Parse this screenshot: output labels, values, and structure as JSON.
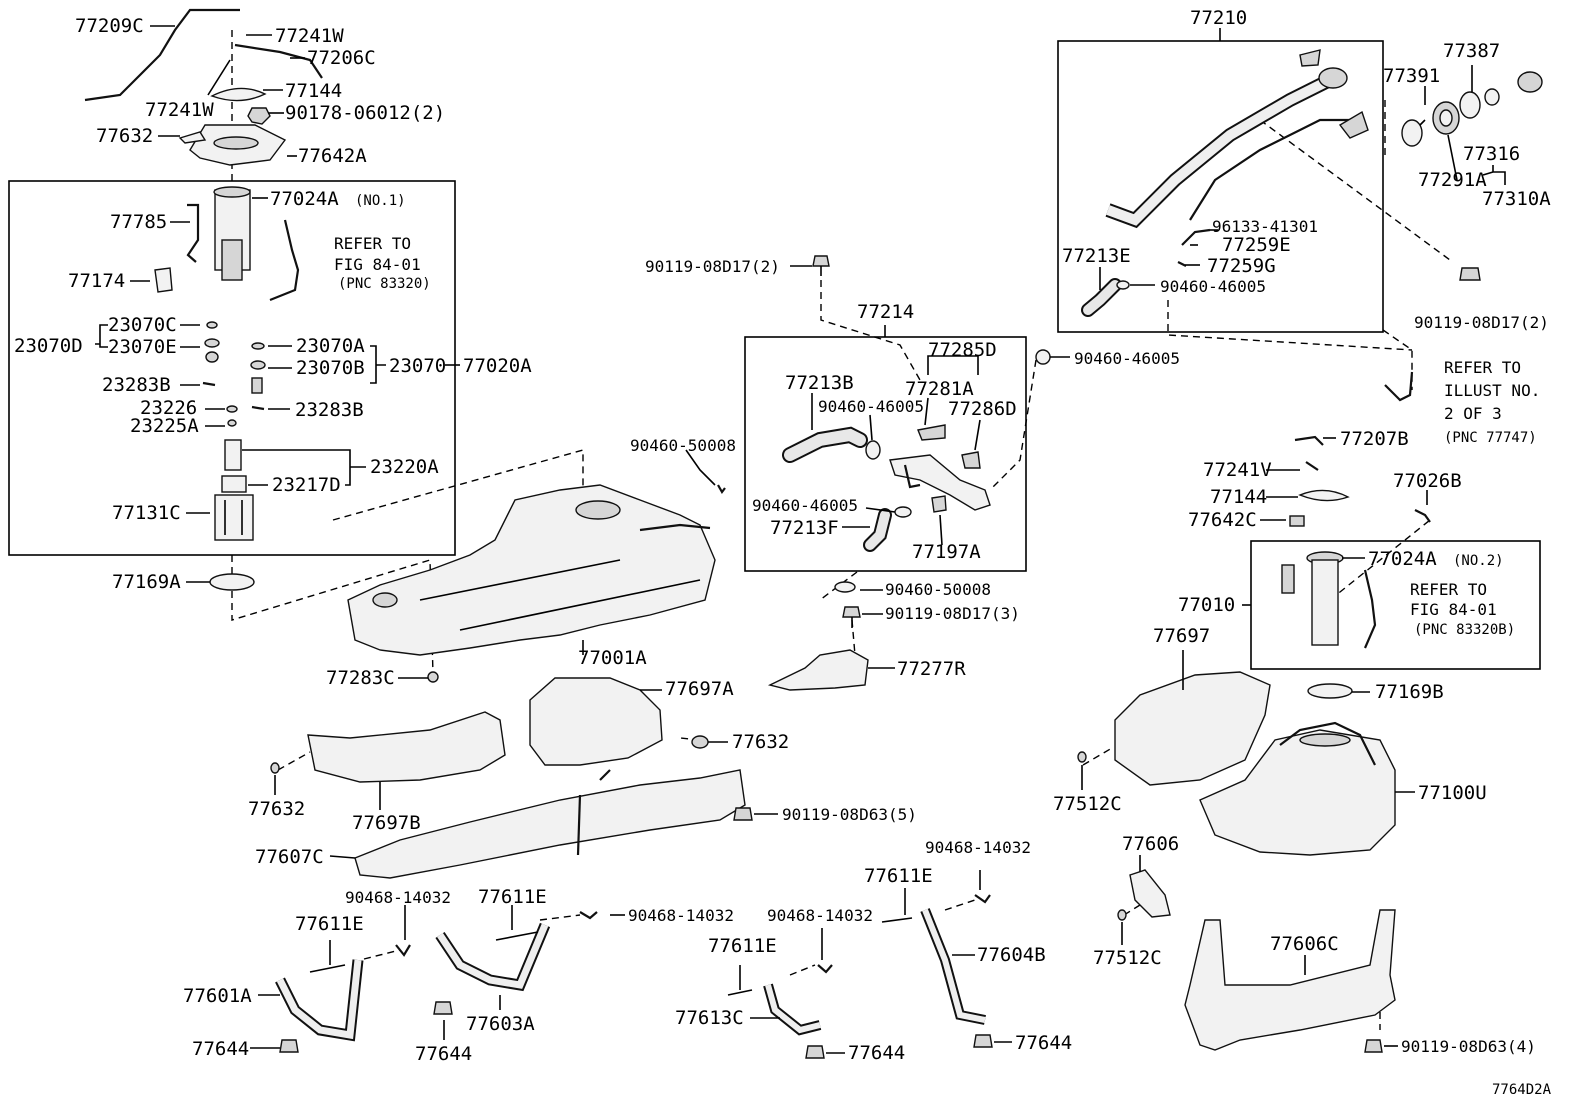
{
  "diagram_id": "7764D2A",
  "boxes": {
    "pump_assy_no1": {
      "refer_line1": "REFER TO",
      "refer_line2": "FIG 84-01",
      "refer_line3": "(PNC 83320)"
    },
    "pump_assy_no2": {
      "refer_line1": "REFER TO",
      "refer_line2": "FIG 84-01",
      "refer_line3": "(PNC 83320B)"
    }
  },
  "notes": {
    "refer_illust": [
      "REFER TO",
      "ILLUST NO.",
      "2 OF 3",
      "(PNC 77747)"
    ]
  },
  "labels": {
    "l77209C": "77209C",
    "l77241W_a": "77241W",
    "l77206C": "77206C",
    "l77241W_b": "77241W",
    "l77144_a": "77144",
    "l90178": "90178-06012(2)",
    "l77632_a": "77632",
    "l77642A": "77642A",
    "l77024A1": "77024A",
    "l77024A1_sub": "(NO.1)",
    "l77785": "77785",
    "l77174": "77174",
    "l23070C": "23070C",
    "l23070D": "23070D",
    "l23070E": "23070E",
    "l23070A": "23070A",
    "l23070B": "23070B",
    "l23070": "23070",
    "l77020A": "77020A",
    "l23283B_a": "23283B",
    "l23226": "23226",
    "l23283B_b": "23283B",
    "l23225A": "23225A",
    "l23220A": "23220A",
    "l23217D": "23217D",
    "l77131C": "77131C",
    "l77169A": "77169A",
    "l77283C": "77283C",
    "l77001A": "77001A",
    "l90119_2a": "90119-08D17(2)",
    "l77214": "77214",
    "l77285D": "77285D",
    "l77213B": "77213B",
    "l77281A": "77281A",
    "l90460_46005_a": "90460-46005",
    "l77286D": "77286D",
    "l90460_50008_a": "90460-50008",
    "l90460_46005_b": "90460-46005",
    "l77213F": "77213F",
    "l77197A": "77197A",
    "l90460_50008_b": "90460-50008",
    "l90119_3": "90119-08D17(3)",
    "l77277R": "77277R",
    "l77210": "77210",
    "l77387": "77387",
    "l77391": "77391",
    "l77316": "77316",
    "l77291A": "77291A",
    "l77310A": "77310A",
    "l96133": "96133-41301",
    "l77213E": "77213E",
    "l77259E": "77259E",
    "l77259G": "77259G",
    "l90460_46005_c": "90460-46005",
    "l90119_2b": "90119-08D17(2)",
    "l90460_46005_d": "90460-46005",
    "l77207B": "77207B",
    "l77241V": "77241V",
    "l77026B": "77026B",
    "l77144_b": "77144",
    "l77642C": "77642C",
    "l77024A2": "77024A",
    "l77024A2_sub": "(NO.2)",
    "l77010": "77010",
    "l77697": "77697",
    "l77169B": "77169B",
    "l77100U": "77100U",
    "l77512C_a": "77512C",
    "l77606": "77606",
    "l77512C_b": "77512C",
    "l77606C": "77606C",
    "l90119_4": "90119-08D63(4)",
    "l77697A": "77697A",
    "l77632_b": "77632",
    "l77632_c": "77632",
    "l77697B": "77697B",
    "l90119_5": "90119-08D63(5)",
    "l77607C": "77607C",
    "l90468_a": "90468-14032",
    "l77611E_a": "77611E",
    "l77601A": "77601A",
    "l77644_a": "77644",
    "l77611E_b": "77611E",
    "l90468_b": "90468-14032",
    "l77603A": "77603A",
    "l77644_b": "77644",
    "l90468_c": "90468-14032",
    "l77611E_c": "77611E",
    "l90468_d": "90468-14032",
    "l77611E_d": "77611E",
    "l77613C": "77613C",
    "l77644_c": "77644",
    "l77604B": "77604B",
    "l77644_d": "77644"
  }
}
